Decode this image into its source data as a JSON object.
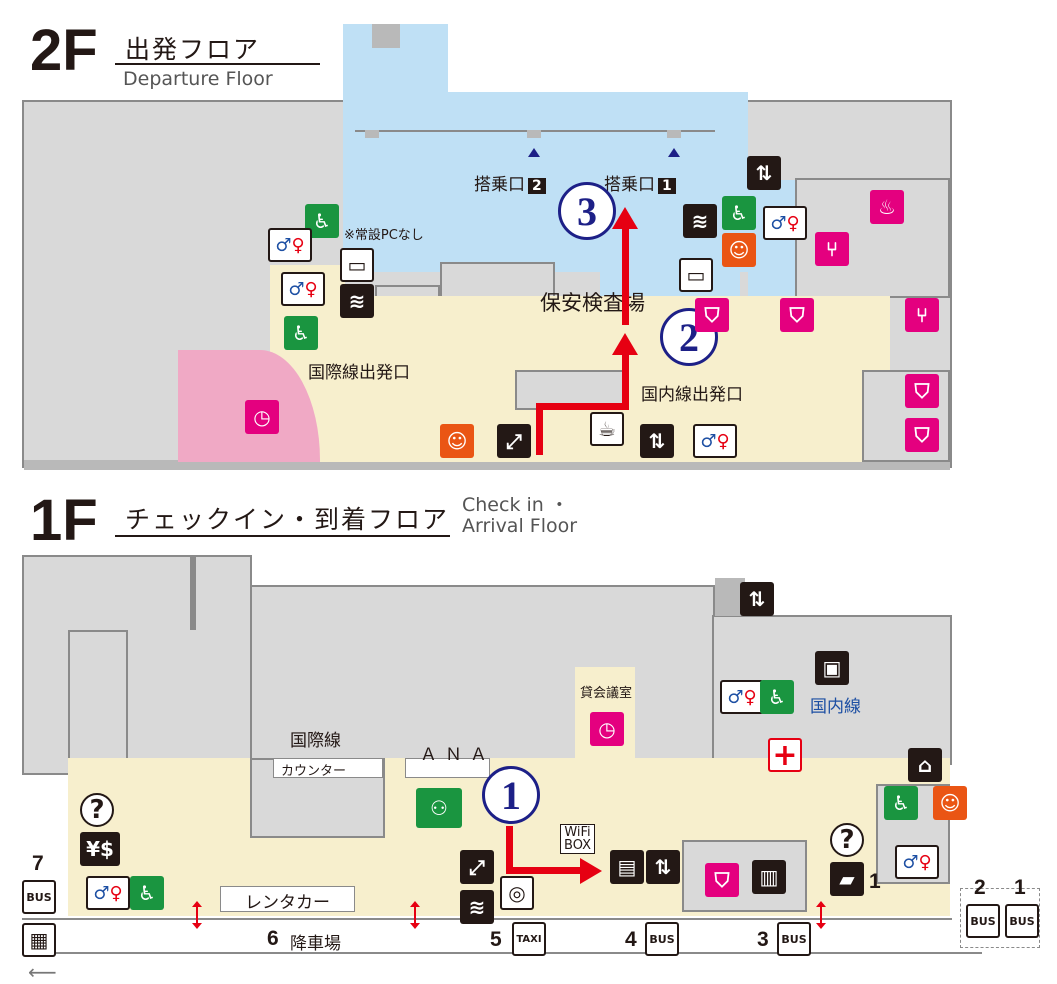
{
  "floor2": {
    "number": "2F",
    "title_ja": "出発フロア",
    "title_en": "Departure Floor",
    "gate2_label": "搭乗口",
    "gate2_num": "2",
    "gate1_label": "搭乗口",
    "gate1_num": "1",
    "security": "保安検査場",
    "no_pc_note": "※常設PCなし",
    "intl_departure": "国際線出発口",
    "dom_departure": "国内線出発口",
    "step2": "2",
    "step3": "3"
  },
  "floor1": {
    "number": "1F",
    "title_ja": "チェックイン・到着フロア",
    "title_en_1": "Check in ・",
    "title_en_2": "Arrival Floor",
    "intl_line": "国際線",
    "counter": "カウンター",
    "ana": "ＡＮＡ",
    "rental_room": "貸会議室",
    "domestic": "国内線",
    "rental_car": "レンタカー",
    "wifi_1": "WiFi",
    "wifi_2": "BOX",
    "dropoff_num": "6",
    "dropoff": "降車場",
    "step1": "1",
    "stop7": "7",
    "stop5": "5",
    "stop4": "4",
    "stop3": "3",
    "stop2": "2",
    "stop1": "1",
    "info_num": "1",
    "taxi": "TAXI",
    "bus": "BUS"
  },
  "icons": {
    "question": "?",
    "first_aid": "+",
    "wc_m": "♂",
    "wc_f": "♀"
  },
  "colors": {
    "route": "#e60012",
    "step_ring": "#1d2087",
    "wheelchair": "#1a9540",
    "shopping": "#e4007f",
    "baby": "#ea5514"
  }
}
